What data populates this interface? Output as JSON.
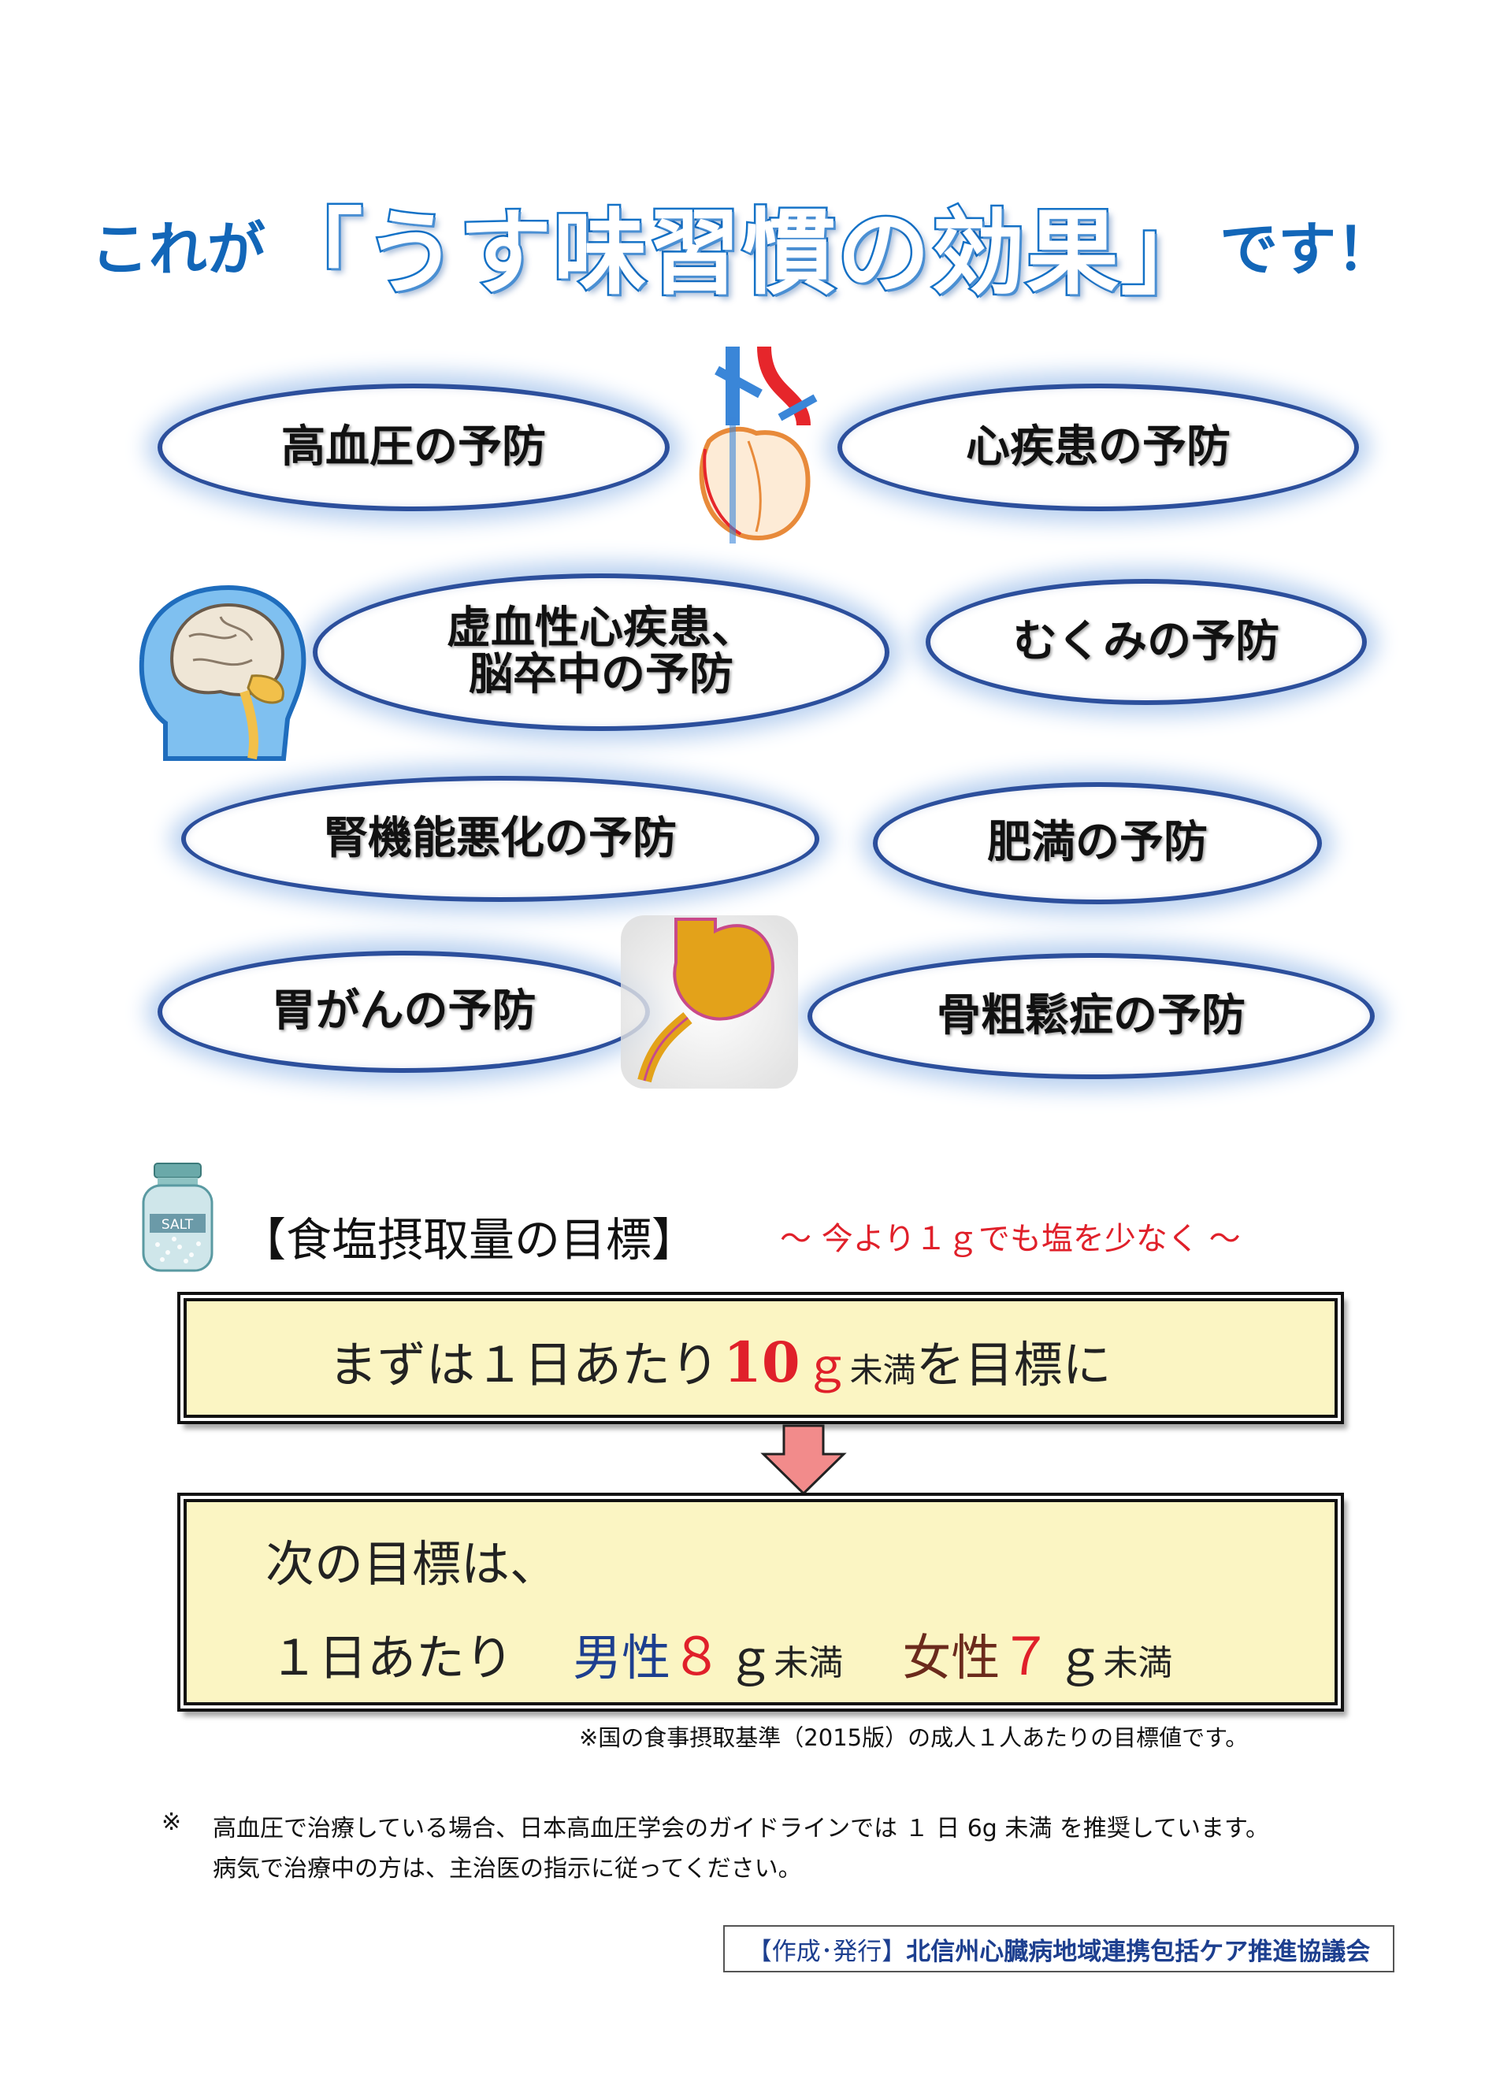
{
  "title": {
    "prefix": "これが",
    "main": "「うす味習慣の効果」",
    "suffix": "です！"
  },
  "effects": [
    "高血圧の予防",
    "心疾患の予防",
    "虚血性心疾患、\n脳卒中の予防",
    "むくみの予防",
    "腎機能悪化の予防",
    "肥満の予防",
    "胃がんの予防",
    "骨粗鬆症の予防"
  ],
  "salt": {
    "jar_label": "SALT",
    "heading": "【食塩摂取量の目標】",
    "slogan": "～ 今より１ｇでも塩を少なく ～",
    "first_goal": {
      "pre": "まずは１日あたり",
      "amount": "10",
      "unit": "ｇ",
      "small": "未満",
      "post": "を目標に"
    },
    "next_goal": {
      "line1": "次の目標は、",
      "per_day": "１日あたり",
      "male_label": "男性",
      "male_amount": "８",
      "female_label": "女性",
      "female_amount": "７",
      "unit": "ｇ",
      "small": "未満"
    },
    "source_note": "※国の食事摂取基準（2015版）の成人１人あたりの目標値です。"
  },
  "notes": {
    "mark": "※",
    "line1": "高血圧で治療している場合、日本高血圧学会のガイドラインでは １ 日 6g 未満  を推奨しています。",
    "line2": "病気で治療中の方は、主治医の指示に従ってください。"
  },
  "footer": {
    "label": "【作成･発行】",
    "org": "北信州心臓病地域連携包括ケア推進協議会"
  },
  "colors": {
    "title_blue": "#1266b8",
    "oval_border": "#2c4f9c",
    "oval_glow": "#b9d1f0",
    "box_fill": "#fbf5c3",
    "accent_red": "#e0202a",
    "male_blue": "#1d3f8f",
    "female_brown": "#6b2a1c",
    "arrow_pink": "#f28b8b"
  }
}
